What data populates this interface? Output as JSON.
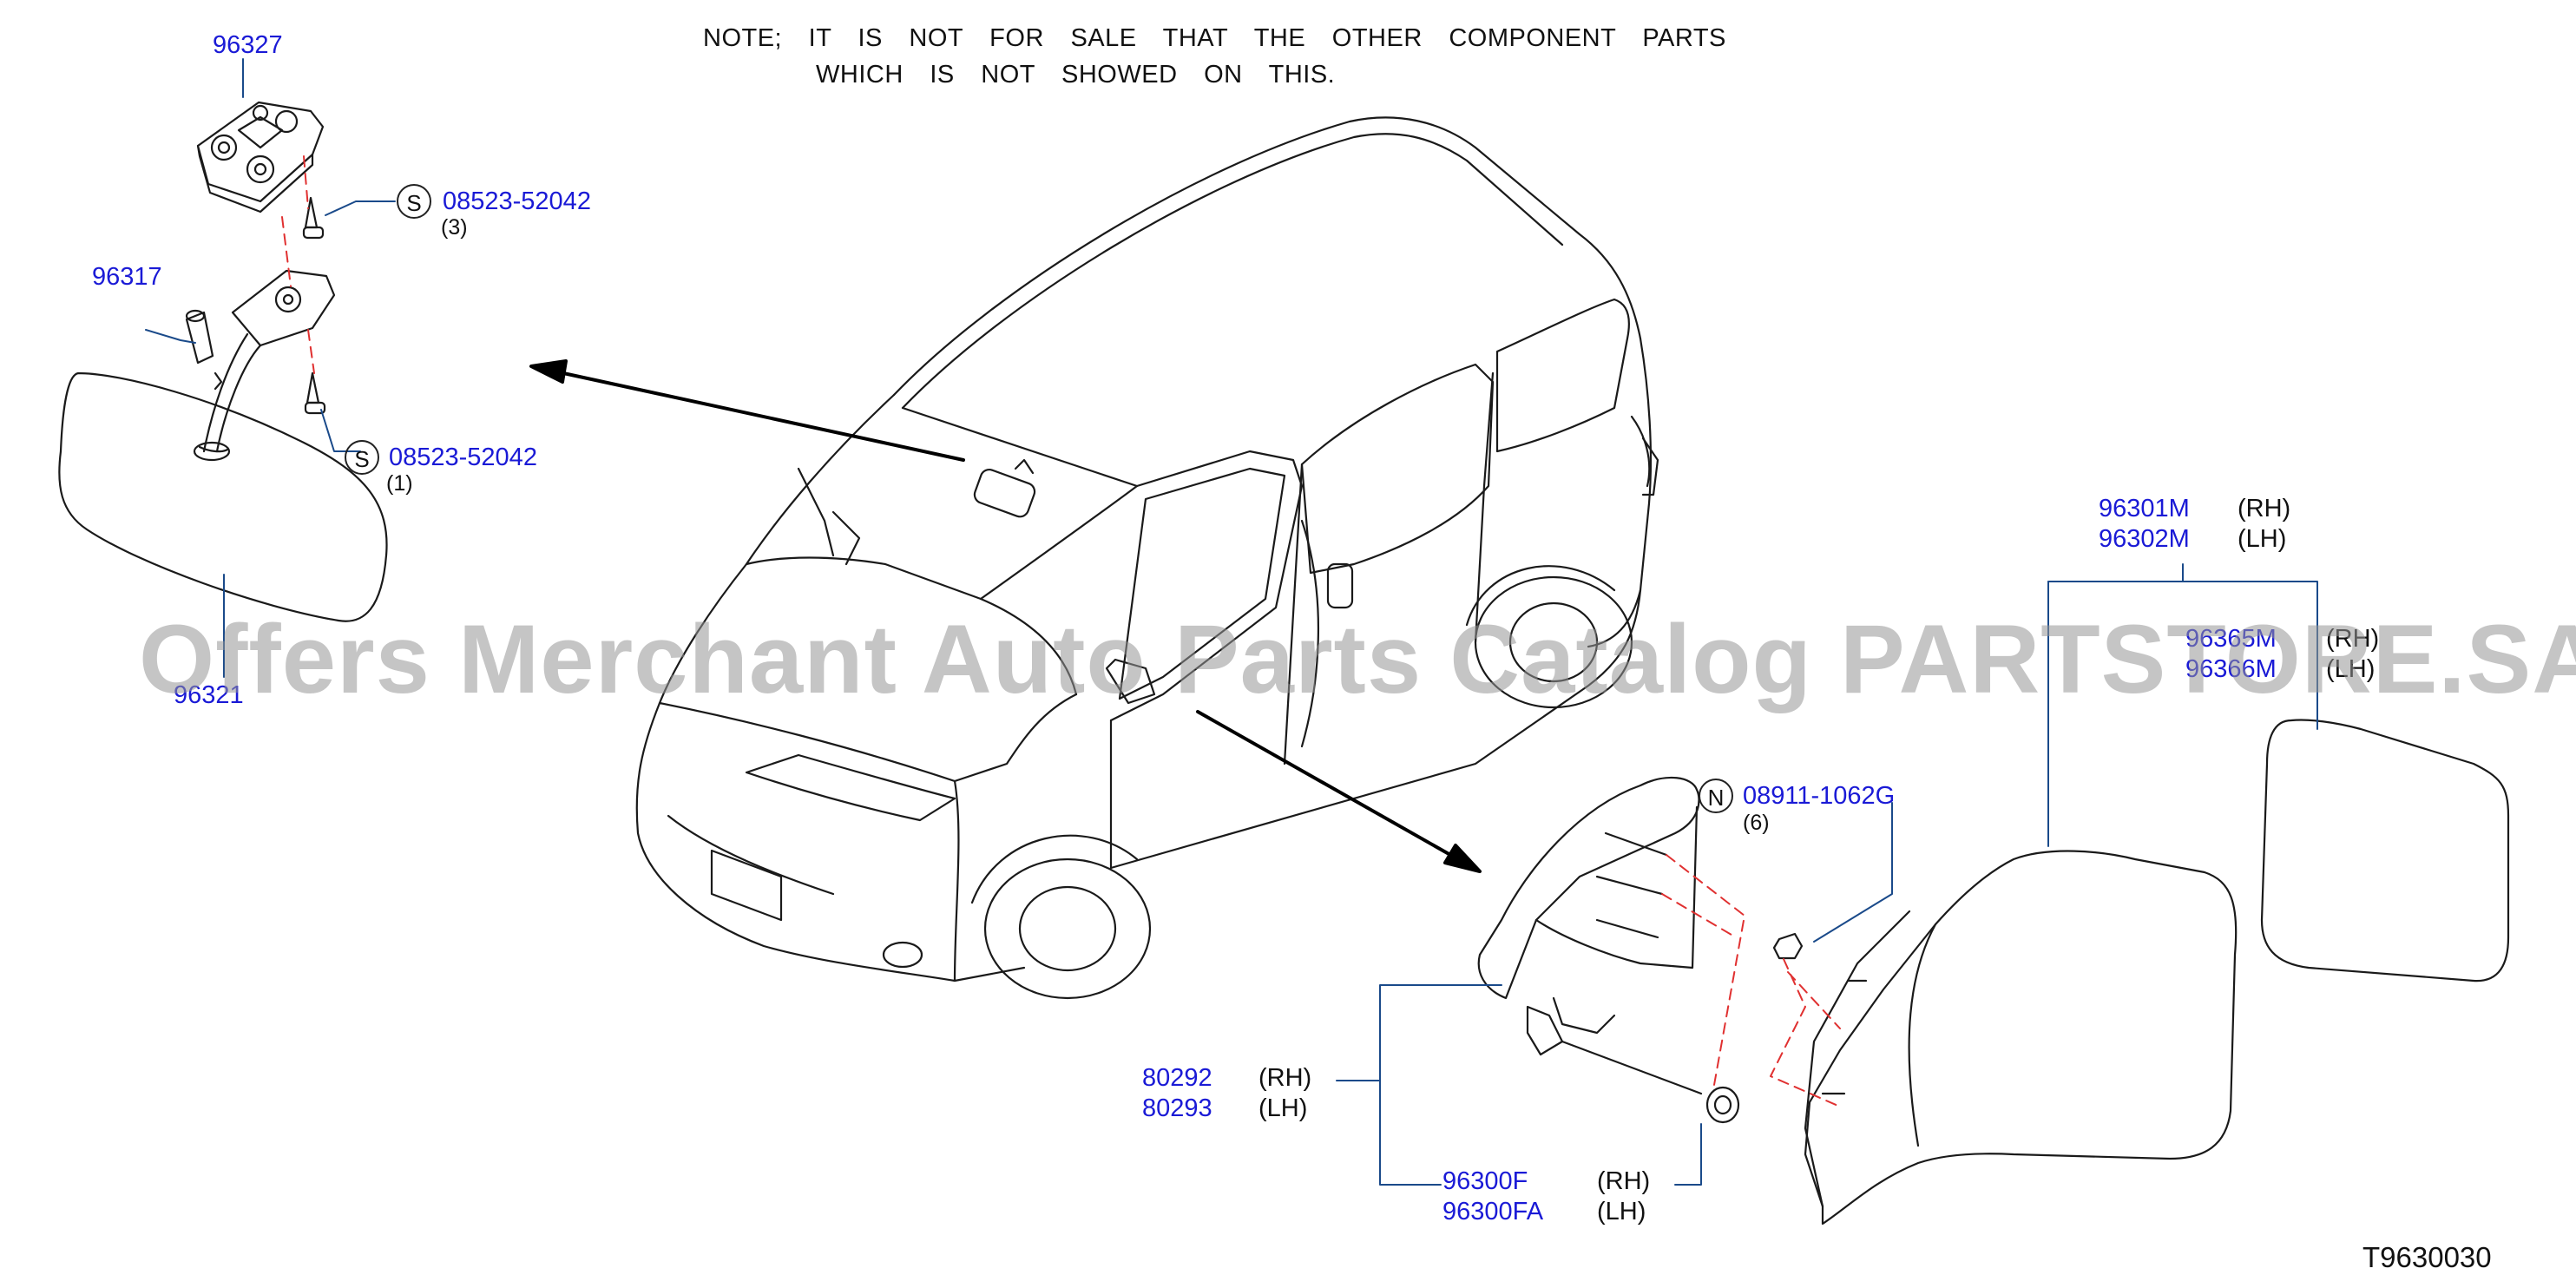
{
  "note": {
    "line1": "NOTE; IT IS NOT FOR SALE THAT THE OTHER COMPONENT PARTS",
    "line2": "WHICH IS NOT SHOWED ON THIS."
  },
  "watermark": "Offers Merchant Auto Parts Catalog PARTSTORE.SA",
  "diagram_id": "T9630030",
  "parts": {
    "p96327": "96327",
    "p96317": "96317",
    "p96321": "96321",
    "screw_top": {
      "symbol": "S",
      "number": "08523-52042",
      "qty": "(3)"
    },
    "screw_bottom": {
      "symbol": "S",
      "number": "08523-52042",
      "qty": "(1)"
    },
    "assy": {
      "rh": "96301M",
      "lh": "96302M",
      "rh_side": "(RH)",
      "lh_side": "(LH)"
    },
    "glass": {
      "rh": "96365M",
      "lh": "96366M",
      "rh_side": "(RH)",
      "lh_side": "(LH)"
    },
    "nut": {
      "symbol": "N",
      "number": "08911-1062G",
      "qty": "(6)"
    },
    "cover": {
      "rh": "80292",
      "lh": "80293",
      "rh_side": "(RH)",
      "lh_side": "(LH)"
    },
    "base": {
      "rh": "96300F",
      "lh": "96300FA",
      "rh_side": "(RH)",
      "lh_side": "(LH)"
    }
  },
  "colors": {
    "part_number": "#1a1ad6",
    "line": "#1a1a1a",
    "leader": "#1a4a8a",
    "dashed": "#e03030",
    "watermark": "#969696"
  }
}
